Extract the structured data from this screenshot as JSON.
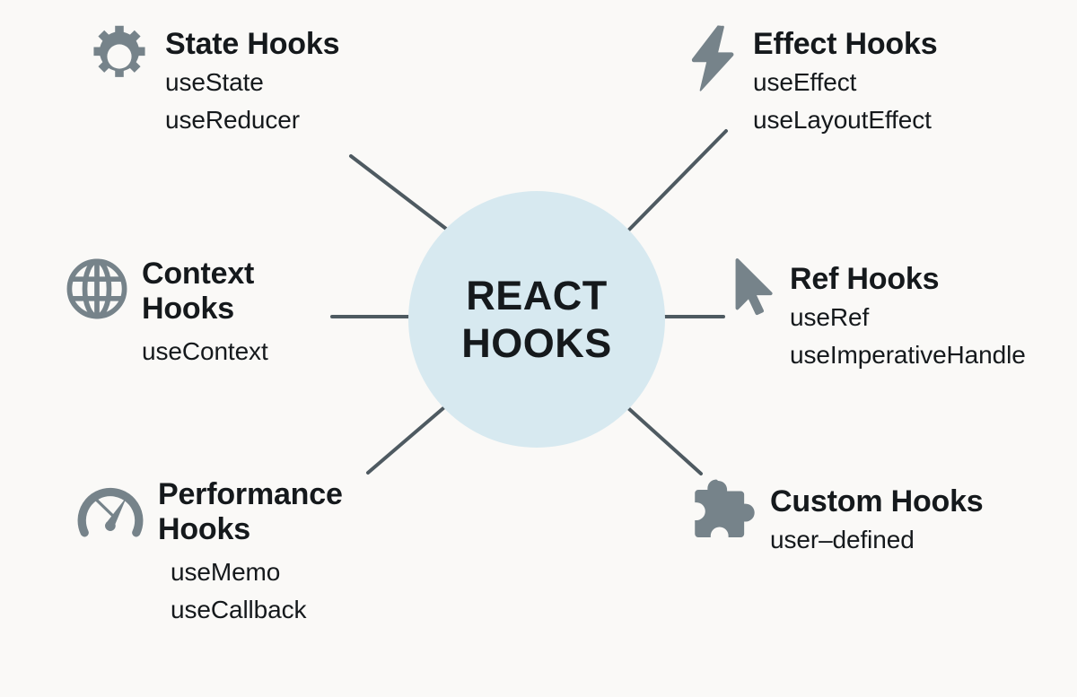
{
  "canvas": {
    "background_color": "#faf9f7",
    "accent_color": "#d7e9f0",
    "icon_color": "#76838a",
    "line_color": "#4e5a61",
    "text_color": "#15191c"
  },
  "hub": {
    "line1": "REACT",
    "line2": "HOOKS"
  },
  "branches": [
    {
      "id": "state",
      "icon": "gear-icon",
      "title": "State Hooks",
      "items": [
        "useState",
        "useReducer"
      ]
    },
    {
      "id": "effect",
      "icon": "lightning-bolt-icon",
      "title": "Effect Hooks",
      "items": [
        "useEffect",
        "useLayoutEffect"
      ]
    },
    {
      "id": "context",
      "icon": "globe-icon",
      "title": "Context\nHooks",
      "items": [
        "useContext"
      ]
    },
    {
      "id": "ref",
      "icon": "cursor-arrow-icon",
      "title": "Ref Hooks",
      "items": [
        "useRef",
        "useImperativeHandle"
      ]
    },
    {
      "id": "performance",
      "icon": "gauge-icon",
      "title": "Performance\nHooks",
      "items": [
        "useMemo",
        "useCallback"
      ]
    },
    {
      "id": "custom",
      "icon": "puzzle-piece-icon",
      "title": "Custom Hooks",
      "items": [
        "user–defined"
      ]
    }
  ]
}
